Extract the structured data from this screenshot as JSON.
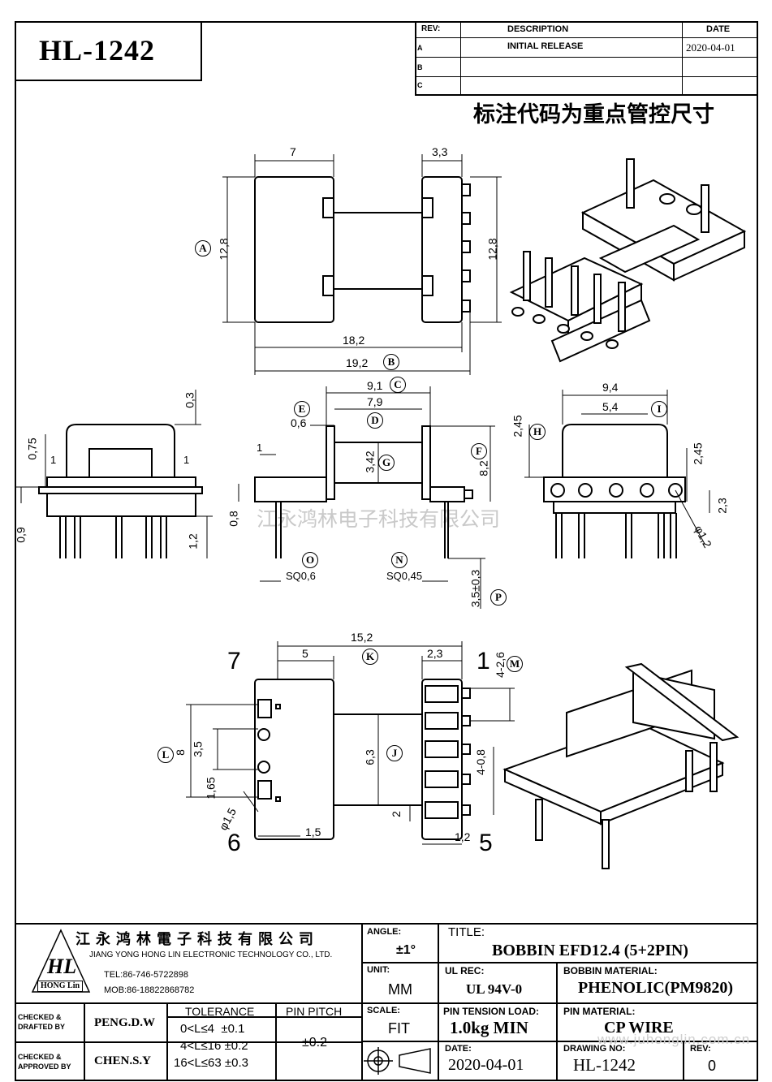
{
  "part_number": "HL-1242",
  "revision_table": {
    "headers": {
      "rev": "REV:",
      "description": "DESCRIPTION",
      "date": "DATE"
    },
    "rows": [
      {
        "rev": "A",
        "description": "INITIAL RELEASE",
        "date": "2020-04-01"
      },
      {
        "rev": "B",
        "description": "",
        "date": ""
      },
      {
        "rev": "C",
        "description": "",
        "date": ""
      }
    ]
  },
  "note": "标注代码为重点管控尺寸",
  "watermark": "江永鸿林电子科技有限公司",
  "pin_labels": {
    "p7": "7",
    "p1": "1",
    "p6": "6",
    "p5": "5"
  },
  "dims": {
    "top_w7": "7",
    "top_w33": "3,3",
    "top_h128a": "12,8",
    "top_h128b": "12,8",
    "top_182": "18,2",
    "top_192": "19,2",
    "f_91": "9,1",
    "f_79": "7,9",
    "f_06": "0,6",
    "f_342": "3,42",
    "f_82": "8,2",
    "f_1": "1",
    "f_08": "0,8",
    "f_sq06": "SQ0,6",
    "f_sq045": "SQ0,45",
    "f_35": "3,5±0,3",
    "l_03": "0,3",
    "l_075": "0,75",
    "l_1a": "1",
    "l_1b": "1",
    "l_09": "0,9",
    "l_12": "1,2",
    "r_94": "9,4",
    "r_54": "5,4",
    "r_245a": "2,45",
    "r_245b": "2,45",
    "r_23": "2,3",
    "r_phi1": "φ1,2",
    "b_152": "15,2",
    "b_5": "5",
    "b_23": "2,3",
    "b_4_26": "4-2,6",
    "b_8": "8",
    "b_35": "3,5",
    "b_63": "6,3",
    "b_4_08": "4-0,8",
    "b_165": "1,65",
    "b_phi15": "φ1,5",
    "b_15": "1,5",
    "b_2": "2",
    "b_12": "1,2"
  },
  "markers": {
    "A": "A",
    "B": "B",
    "C": "C",
    "D": "D",
    "E": "E",
    "F": "F",
    "G": "G",
    "H": "H",
    "I": "I",
    "J": "J",
    "K": "K",
    "L": "L",
    "M": "M",
    "N": "N",
    "O": "O",
    "P": "P"
  },
  "title_block": {
    "company_cn": "江 永 鸿 林 電 子 科 技 有 限 公 司",
    "company_en": "JIANG YONG HONG LIN ELECTRONIC TECHNOLOGY CO., LTD.",
    "tel": "TEL:86-746-5722898",
    "mob": "MOB:86-18822868782",
    "logo_text": "HL",
    "logo_sub": "HONG Lin",
    "angle_label": "ANGLE:",
    "angle_value": "±1°",
    "title_label": "TITLE:",
    "title_value": "BOBBIN EFD12.4 (5+2PIN)",
    "unit_label": "UNIT:",
    "unit_value": "MM",
    "ul_label": "UL REC:",
    "ul_value": "UL 94V-0",
    "bobbin_mat_label": "BOBBIN MATERIAL:",
    "bobbin_mat_value": "PHENOLIC(PM9820)",
    "scale_label": "SCALE:",
    "scale_value": "FIT",
    "pin_tension_label": "PIN TENSION LOAD:",
    "pin_tension_value": "1.0kg MIN",
    "pin_mat_label": "PIN MATERIAL:",
    "pin_mat_value": "CP WIRE",
    "date_label": "DATE:",
    "date_value": "2020-04-01",
    "drawing_no_label": "DRAWING NO:",
    "drawing_no_value": "HL-1242",
    "rev_label": "REV:",
    "rev_value": "0",
    "checked_drafted_label": "CHECKED & DRAFTED BY",
    "checked_drafted_value": "PENG.D.W",
    "checked_approved_label": "CHECKED & APPROVED BY",
    "checked_approved_value": "CHEN.S.Y",
    "tolerance_label": "TOLERANCE",
    "tolerance_rows": [
      "0<L≤4  ±0.1",
      "4<L≤16 ±0.2",
      "16<L≤63 ±0.3"
    ],
    "pin_pitch_label": "PIN PITCH",
    "pin_pitch_value": "±0.2",
    "website": "www.juhonglin.com.cn"
  }
}
